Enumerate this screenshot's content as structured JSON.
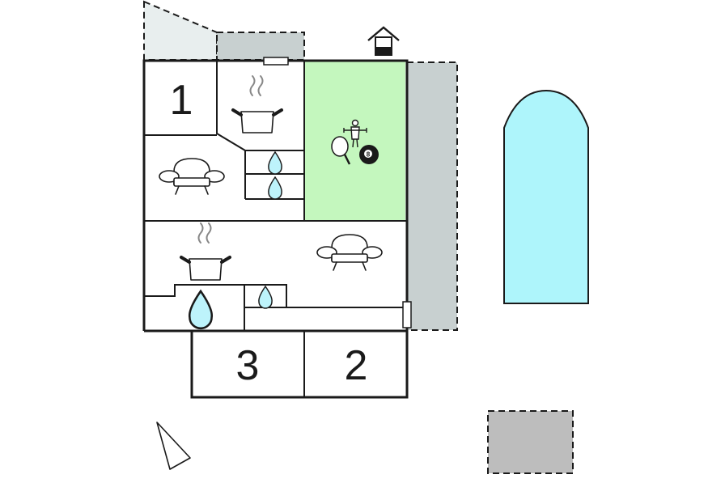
{
  "colors": {
    "wall": "#1a1a1a",
    "game_room": "#c4f7be",
    "pool": "#aef5fb",
    "terrace": "#c8d0d0",
    "terrace_light": "#e8eeee",
    "parking": "#bdbdbd",
    "water": "#bdf3fb",
    "steam": "#888888"
  },
  "rooms": {
    "bedroom_1": "1",
    "bedroom_2": "2",
    "bedroom_3": "3"
  },
  "icons": {
    "kitchen": "cooking-pot-icon",
    "living": "sofa-icon",
    "bathroom": "water-drop-icon",
    "games": "table-football-icon",
    "pingpong": "ping-pong-icon",
    "billiards": "billiard-ball-icon",
    "billiard_ball_number": "8",
    "well": "well-icon",
    "compass": "north-arrow-icon"
  }
}
